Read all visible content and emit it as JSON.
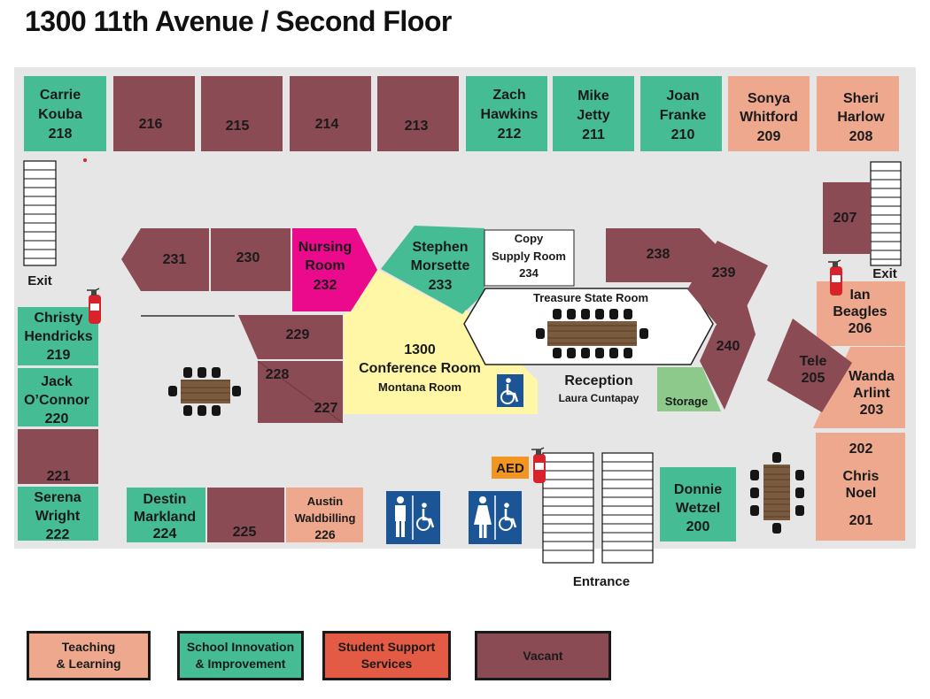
{
  "title": "1300 11th Avenue / Second Floor",
  "colors": {
    "teaching": "#EEA88E",
    "innovation": "#45BC94",
    "support": "#E35A45",
    "vacant": "#8A4B54",
    "nursing": "#EC0A8C",
    "conference": "#FFF7A5",
    "storage": "#8DC98B",
    "floor": "#E6E6E6",
    "aed": "#F39521",
    "restroom": "#1C5596"
  },
  "rooms": {
    "r218": {
      "name": "Carrie Kouba",
      "line1": "Carrie",
      "line2": "Kouba",
      "number": "218"
    },
    "r216": {
      "number": "216"
    },
    "r215": {
      "number": "215"
    },
    "r214": {
      "number": "214"
    },
    "r213": {
      "number": "213"
    },
    "r212": {
      "line1": "Zach",
      "line2": "Hawkins",
      "number": "212"
    },
    "r211": {
      "line1": "Mike",
      "line2": "Jetty",
      "number": "211"
    },
    "r210": {
      "line1": "Joan",
      "line2": "Franke",
      "number": "210"
    },
    "r209": {
      "line1": "Sonya",
      "line2": "Whitford",
      "number": "209"
    },
    "r208": {
      "line1": "Sheri",
      "line2": "Harlow",
      "number": "208"
    },
    "r207": {
      "number": "207"
    },
    "r231": {
      "number": "231"
    },
    "r230": {
      "number": "230"
    },
    "r232": {
      "line1": "Nursing",
      "line2": "Room",
      "number": "232"
    },
    "r233": {
      "line1": "Stephen",
      "line2": "Morsette",
      "number": "233"
    },
    "r234": {
      "line1": "Copy",
      "line2": "Supply Room",
      "number": "234"
    },
    "r238": {
      "number": "238"
    },
    "r239": {
      "number": "239"
    },
    "r240": {
      "number": "240"
    },
    "r206": {
      "line1": "Ian",
      "line2": "Beagles",
      "number": "206"
    },
    "r205": {
      "line1": "Tele",
      "number": "205"
    },
    "r203": {
      "line1": "Wanda",
      "line2": "Arlint",
      "number": "203"
    },
    "r202": {
      "number_top": "202",
      "line1": "Chris",
      "line2": "Noel",
      "number": "201"
    },
    "r219": {
      "line1": "Christy",
      "line2": "Hendricks",
      "number": "219"
    },
    "r220": {
      "line1": "Jack",
      "line2": "O’Connor",
      "number": "220"
    },
    "r221": {
      "number": "221"
    },
    "r222": {
      "line1": "Serena",
      "line2": "Wright",
      "number": "222"
    },
    "r224": {
      "line1": "Destin",
      "line2": "Markland",
      "number": "224"
    },
    "r225": {
      "number": "225"
    },
    "r226": {
      "line1": "Austin",
      "line2": "Waldbilling",
      "number": "226"
    },
    "r229": {
      "number": "229"
    },
    "r228": {
      "number": "228"
    },
    "r227": {
      "number": "227"
    },
    "r200": {
      "line1": "Donnie",
      "line2": "Wetzel",
      "number": "200"
    },
    "conference": {
      "line1": "1300",
      "line2": "Conference Room",
      "line3": "Montana Room"
    },
    "treasure": {
      "name": "Treasure State Room"
    },
    "reception": {
      "name": "Reception",
      "person": "Laura Cuntapay"
    },
    "storage": {
      "name": "Storage"
    }
  },
  "labels": {
    "exit_left": "Exit",
    "exit_right": "Exit",
    "entrance": "Entrance",
    "aed": "AED"
  },
  "legend": [
    {
      "line1": "Teaching",
      "line2": "& Learning",
      "color": "#EEA88E"
    },
    {
      "line1": "School Innovation",
      "line2": "& Improvement",
      "color": "#45BC94"
    },
    {
      "line1": "Student Support",
      "line2": "Services",
      "color": "#E35A45"
    },
    {
      "line1": "Vacant",
      "line2": "",
      "color": "#8A4B54"
    }
  ]
}
